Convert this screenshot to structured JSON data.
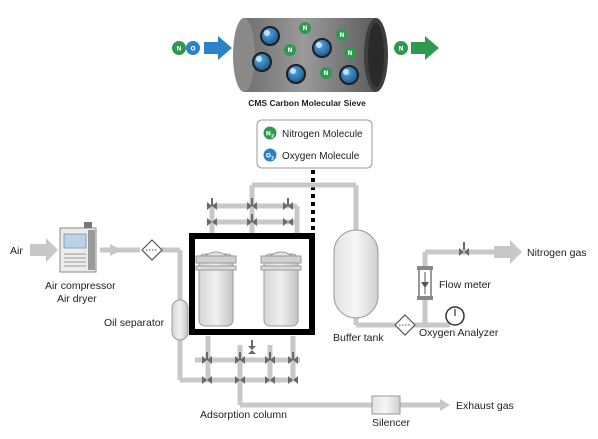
{
  "sieve": {
    "title": "CMS Carbon Molecular Sieve",
    "input_molecules": [
      "N",
      "O"
    ],
    "output_molecule": "N"
  },
  "legend": {
    "nitrogen": {
      "symbol": "N",
      "subscript": "2",
      "label": "Nitrogen Molecule"
    },
    "oxygen": {
      "symbol": "O",
      "subscript": "2",
      "label": "Oxygen Molecule"
    }
  },
  "labels": {
    "air": "Air",
    "air_compressor": "Air compressor",
    "air_dryer": "Air dryer",
    "oil_separator": "Oil separator",
    "adsorption_column": "Adsorption column",
    "buffer_tank": "Buffer tank",
    "flow_meter": "Flow meter",
    "oxygen_analyzer": "Oxygen Analyzer",
    "nitrogen_gas": "Nitrogen gas",
    "silencer": "Silencer",
    "exhaust_gas": "Exhaust gas"
  },
  "colors": {
    "nitrogen": "#2e9a4f",
    "oxygen": "#2b82c4",
    "pipe": "#c8c8c8",
    "valve": "#6a6a6a",
    "highlight_frame": "#000000"
  }
}
